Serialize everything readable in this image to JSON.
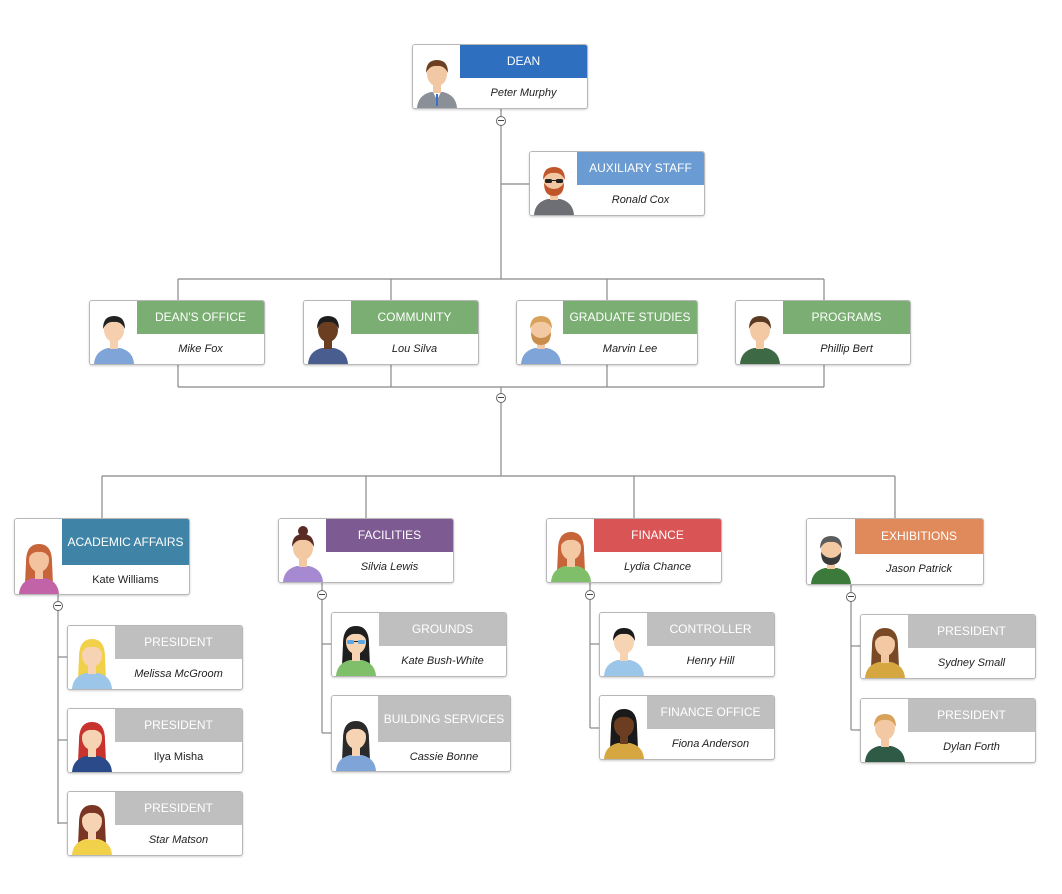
{
  "colors": {
    "dean": "#2f6fbf",
    "auxiliary": "#6a9bd3",
    "office": "#7aae72",
    "academic": "#3f84a6",
    "facilities": "#7e5a92",
    "finance": "#d95454",
    "exhibitions": "#e08a5c",
    "report": "#bfbfbf",
    "connector": "#888888"
  },
  "nodes": [
    {
      "id": "dean",
      "title": "DEAN",
      "name": "Peter Murphy",
      "color": "dean",
      "avatar": "suit-man-icon"
    },
    {
      "id": "auxiliary",
      "title": "AUXILIARY STAFF",
      "name": "Ronald Cox",
      "color": "auxiliary",
      "avatar": "bearded-sunglasses-man-icon"
    },
    {
      "id": "deans-office",
      "title": "DEAN'S OFFICE",
      "name": "Mike Fox",
      "color": "office",
      "avatar": "dark-hair-man-icon"
    },
    {
      "id": "community",
      "title": "COMMUNITY",
      "name": "Lou Silva",
      "color": "office",
      "avatar": "dark-skin-man-icon"
    },
    {
      "id": "graduate-studies",
      "title": "GRADUATE STUDIES",
      "name": "Marvin Lee",
      "color": "office",
      "avatar": "blond-bearded-man-icon"
    },
    {
      "id": "programs",
      "title": "PROGRAMS",
      "name": "Phillip Bert",
      "color": "office",
      "avatar": "brown-hair-man-icon"
    },
    {
      "id": "academic-affairs",
      "title": "ACADEMIC AFFAIRS",
      "name": "Kate Williams",
      "color": "academic",
      "avatar": "redhead-woman-icon"
    },
    {
      "id": "facilities",
      "title": "FACILITIES",
      "name": "Silvia Lewis",
      "color": "facilities",
      "avatar": "bun-hair-woman-icon"
    },
    {
      "id": "finance",
      "title": "FINANCE",
      "name": "Lydia Chance",
      "color": "finance",
      "avatar": "long-red-hair-woman-icon"
    },
    {
      "id": "exhibitions",
      "title": "EXHIBITIONS",
      "name": "Jason Patrick",
      "color": "exhibitions",
      "avatar": "grey-bearded-man-icon"
    },
    {
      "id": "president-1",
      "title": "PRESIDENT",
      "name": "Melissa McGroom",
      "color": "report",
      "avatar": "blonde-woman-icon"
    },
    {
      "id": "president-2",
      "title": "PRESIDENT",
      "name": "Ilya Misha",
      "color": "report",
      "avatar": "red-hair-woman-icon"
    },
    {
      "id": "president-3",
      "title": "PRESIDENT",
      "name": "Star Matson",
      "color": "report",
      "avatar": "auburn-hair-woman-icon"
    },
    {
      "id": "grounds",
      "title": "GROUNDS",
      "name": "Kate Bush-White",
      "color": "report",
      "avatar": "glasses-woman-icon"
    },
    {
      "id": "building-services",
      "title": "BUILDING SERVICES",
      "name": "Cassie Bonne",
      "color": "report",
      "avatar": "long-dark-hair-woman-icon"
    },
    {
      "id": "controller",
      "title": "CONTROLLER",
      "name": "Henry Hill",
      "color": "report",
      "avatar": "black-hair-woman-icon"
    },
    {
      "id": "finance-office",
      "title": "FINANCE OFFICE",
      "name": "Fiona Anderson",
      "color": "report",
      "avatar": "dark-skin-woman-icon"
    },
    {
      "id": "president-4",
      "title": "PRESIDENT",
      "name": "Sydney Small",
      "color": "report",
      "avatar": "brunette-woman-icon"
    },
    {
      "id": "president-5",
      "title": "PRESIDENT",
      "name": "Dylan Forth",
      "color": "report",
      "avatar": "blond-man-icon"
    }
  ]
}
